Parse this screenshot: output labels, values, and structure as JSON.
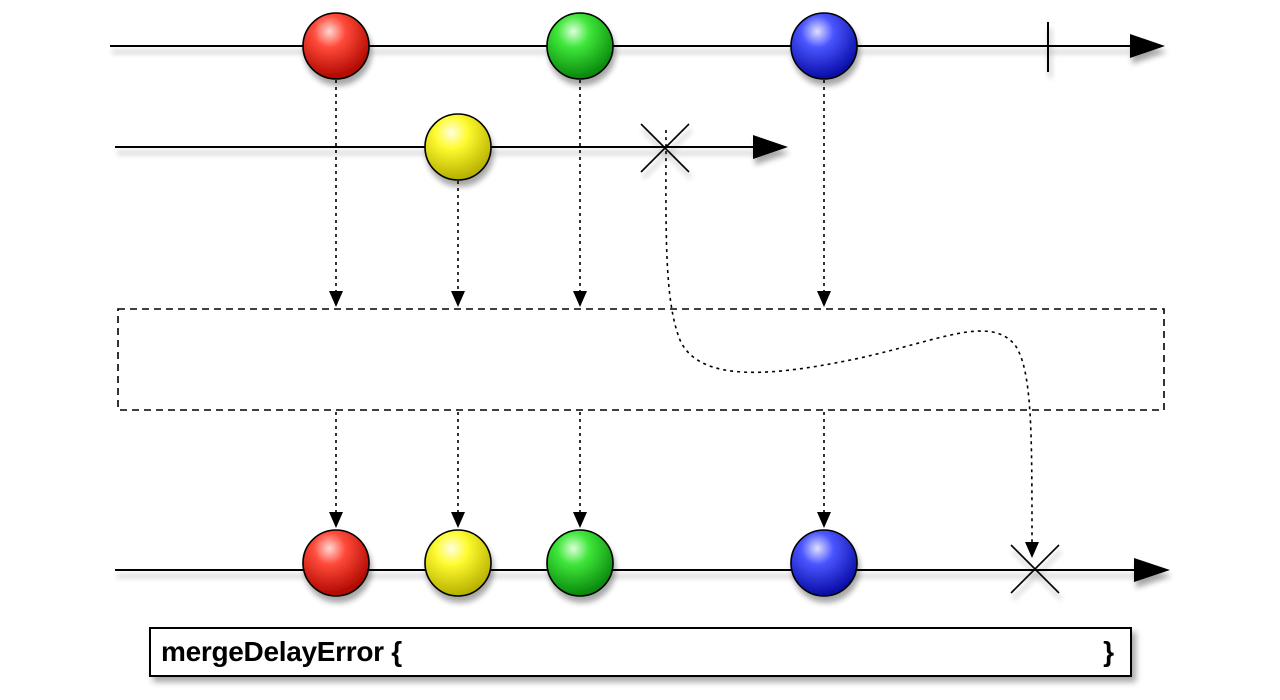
{
  "operator": {
    "name": "mergeDelayError {",
    "closing_brace": "}"
  },
  "colors": {
    "red": "#e8160c",
    "green": "#15c81a",
    "blue": "#1f2cf0",
    "yellow": "#f2ee0a"
  },
  "timelines": {
    "source1": {
      "marbles": [
        "red",
        "green",
        "blue"
      ],
      "terminates_with": "completion"
    },
    "source2": {
      "marbles": [
        "yellow"
      ],
      "terminates_with": "error"
    },
    "output": {
      "marbles": [
        "red",
        "yellow",
        "green",
        "blue"
      ],
      "terminates_with": "error"
    }
  }
}
